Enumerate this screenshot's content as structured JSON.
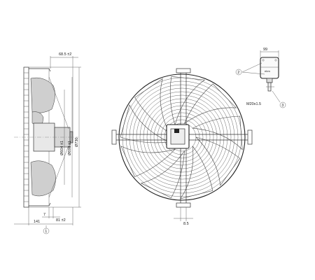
{
  "side_view": {
    "dim_top_right": "68.5 ±2",
    "dim_dia_inner": "Ø604 ±1",
    "dim_dia_outer": "Ø698 ±1",
    "dim_dia_guard": "Ø730",
    "dim_bottom_7": "7",
    "dim_bottom_81": "81 ±2",
    "dim_bottom_141": "141",
    "callout_1": "1"
  },
  "front_view": {
    "dim_bottom": "8.5"
  },
  "terminal_box": {
    "dim_width": "99",
    "callout_2": "2",
    "callout_3": "3",
    "cable_gland_label": "M20x1.5",
    "logo_text": "ebm"
  }
}
